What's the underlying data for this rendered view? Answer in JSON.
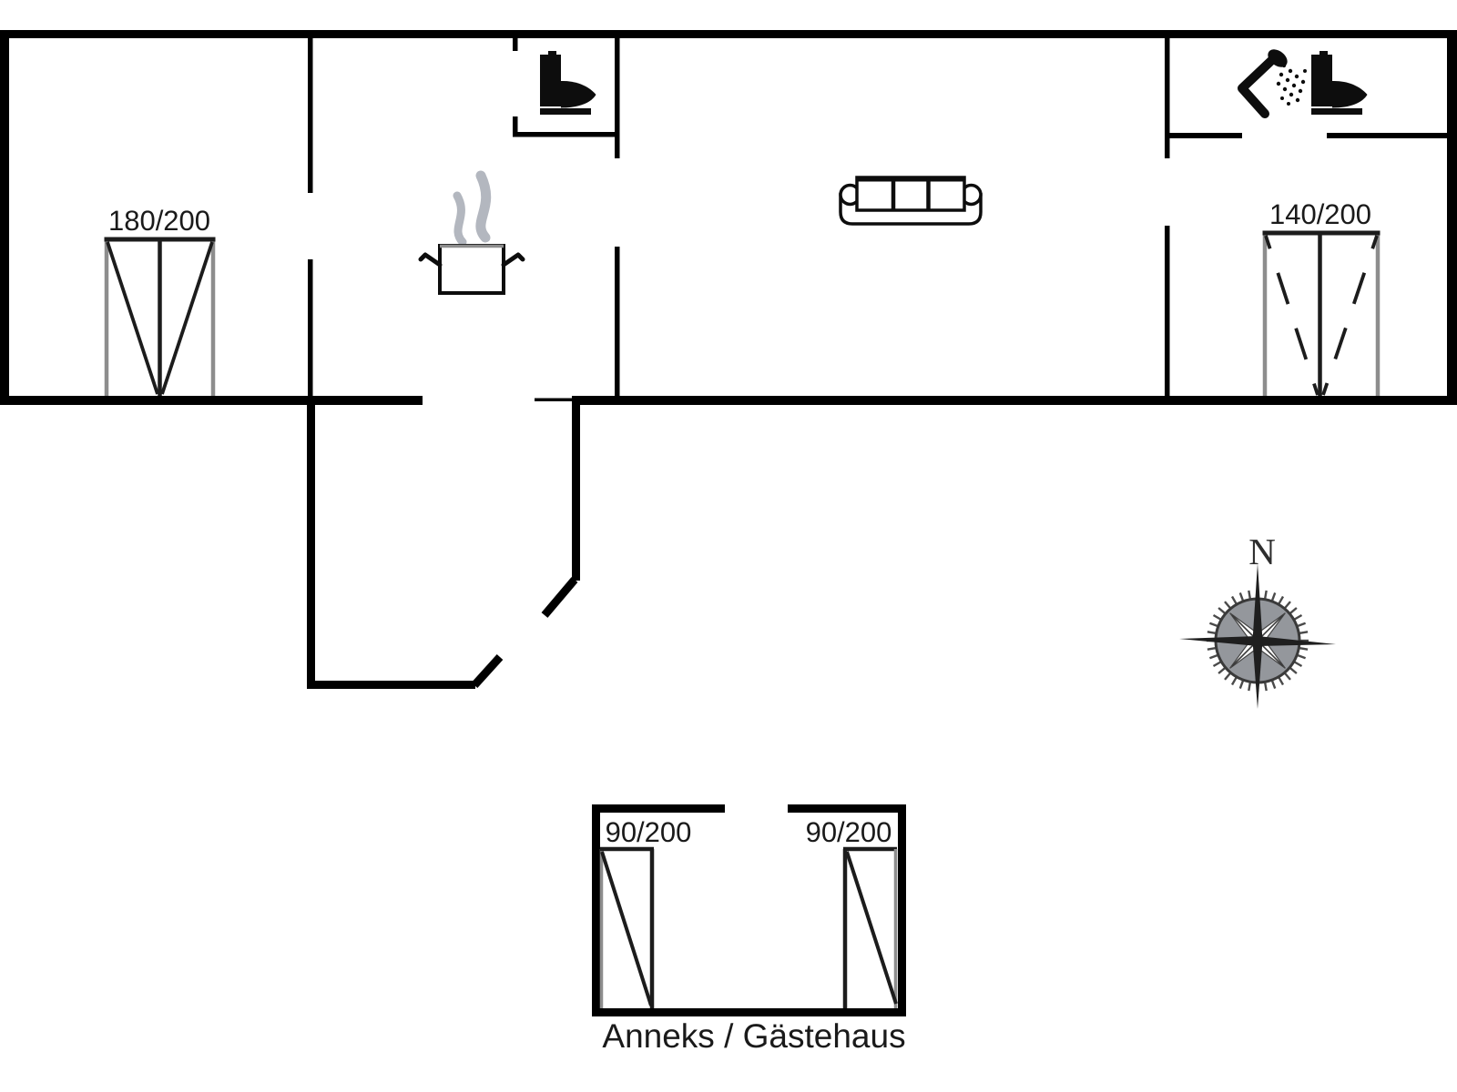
{
  "title": "Holiday home floor plan with annex",
  "colors": {
    "background": "#ffffff",
    "wall": "#000000",
    "symbol": "#1c1c1c",
    "label": "#1a1a1a",
    "frame_gray": "#8d8d8d",
    "icon": "#0d0d0d",
    "steam_gray": "#b3b7bf",
    "compass_gray": "#94979c",
    "compass_dark": "#2e2e2e"
  },
  "plan": {
    "main_house": {
      "window_left": {
        "label": "180/200",
        "type": "double casement window"
      },
      "terrace_door": {
        "label": "140/200",
        "type": "double door, dashed swing"
      },
      "fixtures": {
        "wc_toilet": "toilet",
        "kitchen_pot": "steaming-cooking-pot",
        "sofa": "three-seat-sofa",
        "shower": "hand-shower",
        "bath_toilet": "toilet"
      }
    },
    "annex": {
      "caption": "Anneks / Gästehaus",
      "door_left": {
        "label": "90/200",
        "type": "single door"
      },
      "door_right": {
        "label": "90/200",
        "type": "single door"
      }
    },
    "compass": {
      "north_label": "N"
    }
  }
}
